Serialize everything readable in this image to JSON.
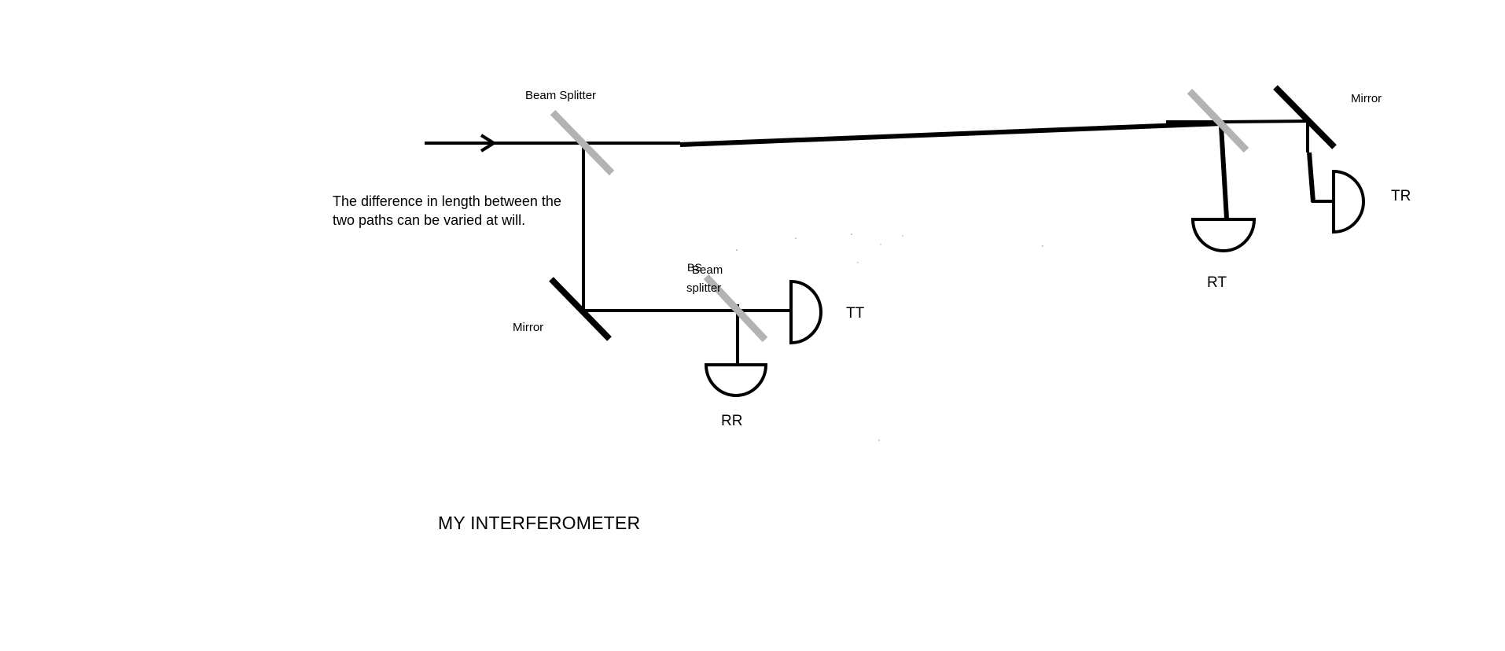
{
  "diagram": {
    "labels": {
      "beam_splitter_top": "Beam Splitter",
      "mirror_left": "Mirror",
      "bs_small": "BS",
      "beam_splitter_lower_1": "Beam",
      "beam_splitter_lower_2": "splitter",
      "detector_tt": "TT",
      "detector_rr": "RR",
      "detector_rt": "RT",
      "detector_tr": "TR",
      "mirror_right": "Mirror"
    },
    "note": "The difference in length between the two paths can be varied at will.",
    "title": "MY INTERFEROMETER",
    "colors": {
      "beam": "#000000",
      "mirror": "#000000",
      "beam_splitter": "#b3b3b3",
      "background": "#ffffff"
    }
  }
}
